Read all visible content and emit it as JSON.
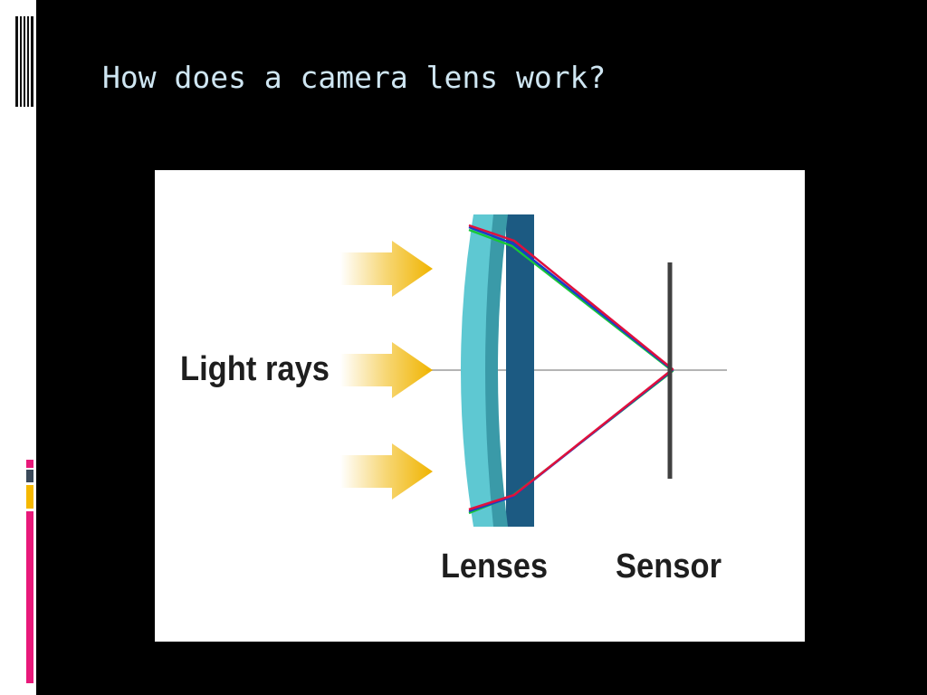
{
  "slide": {
    "title": "How does a camera lens work?"
  },
  "diagram": {
    "labels": {
      "light_rays": "Light rays",
      "lenses": "Lenses",
      "sensor": "Sensor"
    },
    "arrow_count": 3
  },
  "colors": {
    "background": "#000000",
    "title_text": "#cfe6f2",
    "arrow": "#f0b400",
    "lens_light": "#5ec8d2",
    "lens_mid": "#3a9aa8",
    "lens_dark": "#1c5a82",
    "ray_red": "#e0103c",
    "ray_blue": "#1a3cc8",
    "ray_green": "#18c838",
    "sensor": "#404040",
    "accent_pink": "#e8197a",
    "accent_yellow": "#f5b800",
    "accent_slate": "#3b4a5a"
  }
}
